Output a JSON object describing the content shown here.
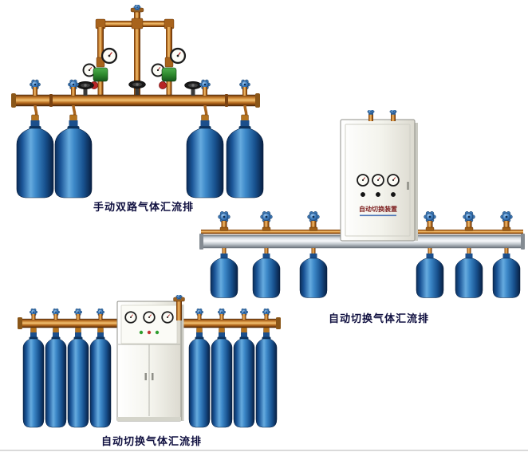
{
  "page": {
    "background": "#ffffff",
    "divider_color": "#dadada"
  },
  "products": [
    {
      "id": "manual-dual-manifold",
      "caption": "手动双路气体汇流排",
      "cylinder_count": 4
    },
    {
      "id": "auto-switch-manifold-wall",
      "caption": "自动切换气体汇流排",
      "cabinet_label": "自动切换装置",
      "cylinder_count": 6
    },
    {
      "id": "auto-switch-manifold-floor",
      "caption": "自动切换气体汇流排",
      "cylinder_count": 8
    }
  ],
  "colors": {
    "cylinder_blue": "#3d89c9",
    "brass": "#c87f2f",
    "rail_silver": "#c2c8ce",
    "cabinet_white": "#f3f3ec",
    "handwheel_blue": "#3a76b4",
    "caption_text": "#101040"
  }
}
